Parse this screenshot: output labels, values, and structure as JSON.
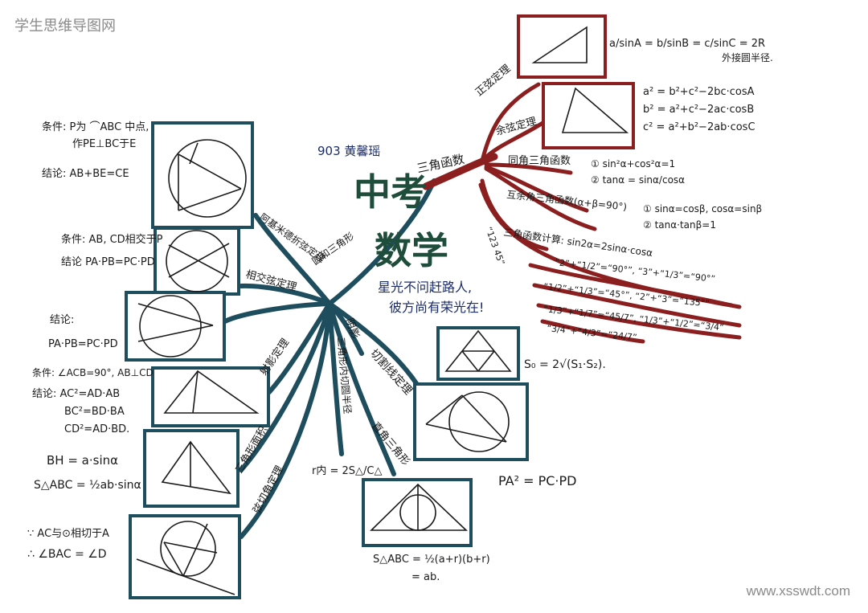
{
  "watermark_top": "学生思维导图网",
  "watermark_bottom": "www.xsswdt.com",
  "author": "903 黄馨瑶",
  "title_line1": "中考",
  "title_line2": "数学",
  "motto_line1": "星光不问赶路人,",
  "motto_line2": "彼方尚有荣光在!",
  "colors": {
    "teal": "#1e4d5e",
    "red": "#8b1f1f",
    "ink": "#1a1a1a",
    "blue_ink": "#1b2c6b",
    "green_ink": "#1f4d3b"
  },
  "right_branches": {
    "trig": "三角函数",
    "sine_law": "正弦定理",
    "sine_formula": "a/sinA = b/sinB = c/sinC = 2R",
    "sine_note": "外接圆半径.",
    "cos_law": "余弦定理",
    "cos1": "a² = b²+c²−2bc·cosA",
    "cos2": "b² = a²+c²−2ac·cosB",
    "cos3": "c² = a²+b²−2ab·cosC",
    "same_angle": "同角三角函数",
    "same1": "① sin²α+cos²α=1",
    "same2": "② tanα = sinα/cosα",
    "comp_angle": "互余角三角函数(α+β=90°)",
    "comp1": "① sinα=cosβ, cosα=sinβ",
    "comp2": "② tanα·tanβ=1",
    "double": "三角函数计算: sin2α=2sinα·cosα",
    "angles_label": "“123 45”",
    "ang1": "“2”+“1/2”=“90°”, “3”+“1/3”=“90°”",
    "ang2": "“1/2”+“1/3”=“45°”, “2”+“3”=“135°”",
    "ang3": "“1/3”+“1/7”=“45/7”, “1/3”+“1/2”=“3/4”",
    "ang4": "“3/4”+“4/3”=“24/7”",
    "shadow": "阴影",
    "shadow_formula": "S₀ = 2√(S₁·S₂).",
    "secant": "切割线定理",
    "secant_formula": "PA² = PC·PD",
    "right_tri": "直角三角形",
    "incircle": "三角形内切圆半径",
    "incircle_formula": "r内 = 2S△/C△",
    "incircle_area": "S△ABC = ½(a+r)(b+r)",
    "incircle_area2": "= ab."
  },
  "left_branches": {
    "archimedes": "阿基米德折弦定理",
    "arch_cond1": "条件: P为 ⌒ABC 中点,",
    "arch_cond2": "作PE⊥BC于E",
    "arch_concl": "结论: AB+BE=CE",
    "center": "圆和三角形",
    "chords": "相交弦定理",
    "chord_cond": "条件: AB, CD相交于P",
    "chord_concl": "结论 PA·PB=PC·PD",
    "secant2_concl1": "结论:",
    "secant2_concl2": "PA·PB=PC·PD",
    "projective": "射影定理",
    "proj_cond": "条件: ∠ACB=90°, AB⊥CD",
    "proj1": "结论: AC²=AD·AB",
    "proj2": "BC²=BD·BA",
    "proj3": "CD²=AD·BD.",
    "area": "三角形面积",
    "area1": "BH = a·sinα",
    "area2": "S△ABC = ½ab·sinα",
    "tangent_chord": "弦切角定理",
    "tc1": "∵ AC与⊙相切于A",
    "tc2": "∴ ∠BAC = ∠D"
  }
}
